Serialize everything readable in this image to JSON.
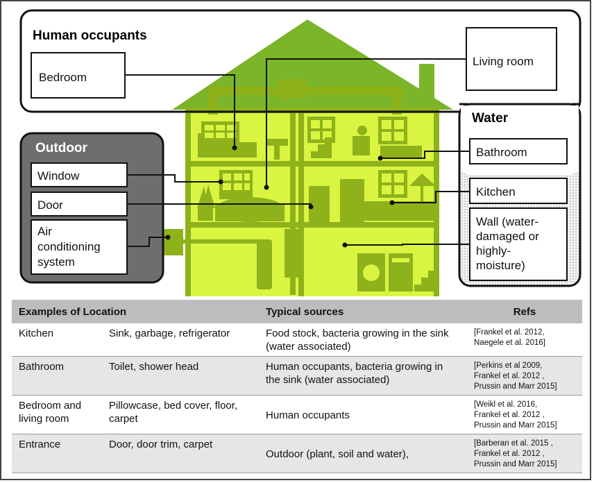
{
  "diagram": {
    "groups": {
      "human_occupants": "Human occupants",
      "outdoor": "Outdoor",
      "water": "Water"
    },
    "boxes": {
      "bedroom": "Bedroom",
      "living_room": "Living room",
      "bathroom": "Bathroom",
      "kitchen": "Kitchen",
      "wall": [
        "Wall (water-",
        "damaged or",
        "highly-",
        "moisture)"
      ],
      "window": "Window",
      "door": "Door",
      "air_conditioning": [
        "Air",
        "conditioning",
        "system"
      ]
    },
    "colors": {
      "house": "#d9f542",
      "house_dark": "#8fb21a",
      "roof": "#7ab52a",
      "outdoor_panel": "#6e6e6e",
      "table_header": "#bdbdbd",
      "table_alt_row": "#e6e6e6"
    }
  },
  "table": {
    "headers": [
      "Examples of Location",
      "Typical sources",
      "Refs"
    ],
    "rows": [
      {
        "location": "Kitchen",
        "examples": "Sink, garbage, refrigerator",
        "sources": "Food stock, bacteria growing in the sink (water associated)",
        "refs": [
          "[Frankel et al. 2012,",
          "Naegele et al. 2016]"
        ]
      },
      {
        "location": "Bathroom",
        "examples": "Toilet, shower head",
        "sources": "Human occupants, bacteria growing in the sink (water associated)",
        "refs": [
          "[Perkins et al 2009,",
          "Frankel et al. 2012 ,",
          "Prussin and Marr 2015]"
        ]
      },
      {
        "location": "Bedroom and living room",
        "examples": "Pillowcase, bed cover, floor, carpet",
        "sources": "Human occupants",
        "refs": [
          "[Weikl et al. 2016,",
          "Frankel et al. 2012 ,",
          "Prussin and Marr 2015]"
        ]
      },
      {
        "location": "Entrance",
        "examples": "Door, door trim, carpet",
        "sources": "Outdoor (plant, soil and water),",
        "refs": [
          "[Barberan et al. 2015 ,",
          "Frankel et al. 2012 ,",
          "Prussin and Marr 2015]"
        ]
      }
    ]
  }
}
